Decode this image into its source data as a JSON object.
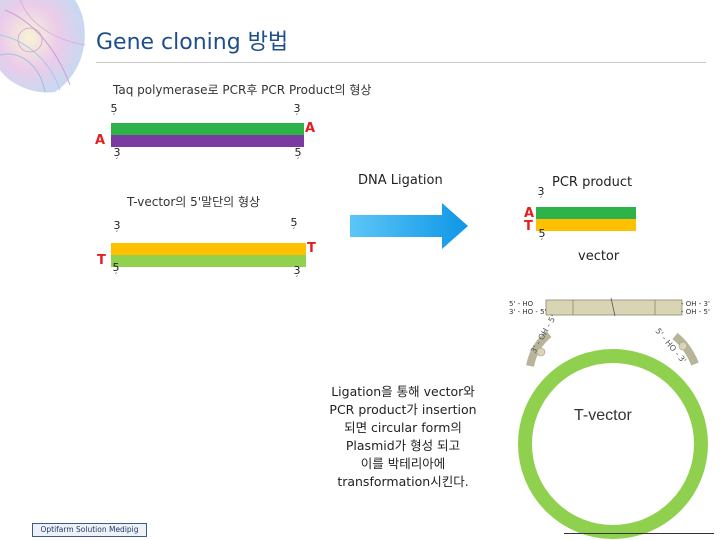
{
  "header": {
    "title": "Gene cloning 방법"
  },
  "pcr_section": {
    "caption": "Taq polymerase로 PCR후 PCR Product의 형상",
    "left_top_end": "5",
    "right_top_end": "3",
    "left_bottom_end": "3",
    "right_bottom_end": "5",
    "overhang_left": "A",
    "overhang_right": "A",
    "tick": "′",
    "colors": {
      "top": "#2db34a",
      "bottom": "#7a3aa0",
      "overhang": "#e02020"
    }
  },
  "tvector_section": {
    "caption": "T-vector의 5'말단의 형상",
    "left_top_end": "3",
    "right_top_end": "5",
    "left_bottom_end": "5",
    "right_bottom_end": "3",
    "overhang_left": "T",
    "overhang_right": "T",
    "tick": "′",
    "colors": {
      "top": "#ffc000",
      "bottom": "#92d050",
      "overhang": "#e02020"
    }
  },
  "ligation": {
    "label": "DNA Ligation",
    "arrow_color": "#1ea7f0"
  },
  "result": {
    "end_top": "3",
    "end_bottom": "5",
    "tick": "′",
    "letter_a": "A",
    "letter_t": "T",
    "pcr_product_label": "PCR product",
    "vector_label": "vector"
  },
  "plasmid": {
    "label": "T-vector",
    "top_left_text_1": "5' - HO",
    "top_left_text_2": "3' - HO - 5'",
    "top_right_text_1": "- OH - 3'",
    "top_right_text_2": "- OH - 5'",
    "ring_color": "#8fd14f"
  },
  "description": {
    "lines": [
      "Ligation을 통해 vector와",
      "PCR product가 insertion",
      "되면 circular form의",
      "Plasmid가 형성 되고",
      "이를 박테리아에",
      "transformation시킨다."
    ]
  },
  "footer": {
    "text": "Optifarm Solution Medipig"
  }
}
